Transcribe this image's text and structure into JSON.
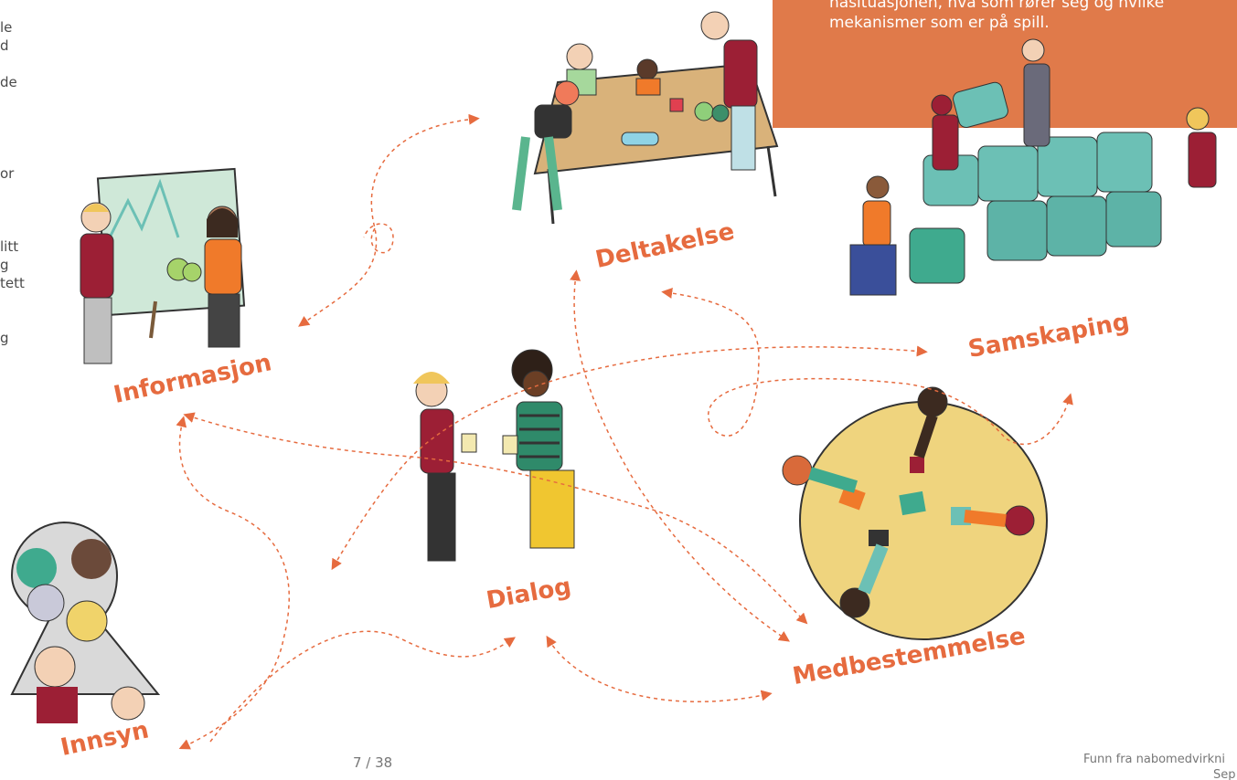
{
  "left_text_fragment": "le\nd\n\nde\n\n\n\n\nor\n\n\n\nlitt\ng\ntett\n\n\ng",
  "callout": {
    "lines": [
      "nåsituasjonen, hva som rører seg og hvilke",
      "mekanismer som er på spill."
    ]
  },
  "labels": {
    "informasjon": "Informasjon",
    "deltakelse": "Deltakelse",
    "samskaping": "Samskaping",
    "dialog": "Dialog",
    "medbestemmelse": "Medbestemmelse",
    "innsyn": "Innsyn"
  },
  "footer": {
    "page": "7 / 38",
    "source": "Funn fra nabomedvirkni",
    "date": "Sep"
  },
  "colors": {
    "accent": "#e66b3f",
    "callout_bg": "#e07a4a",
    "teal": "#6cc0b5",
    "table": "#d9b27a",
    "circle": "#efd47e"
  }
}
